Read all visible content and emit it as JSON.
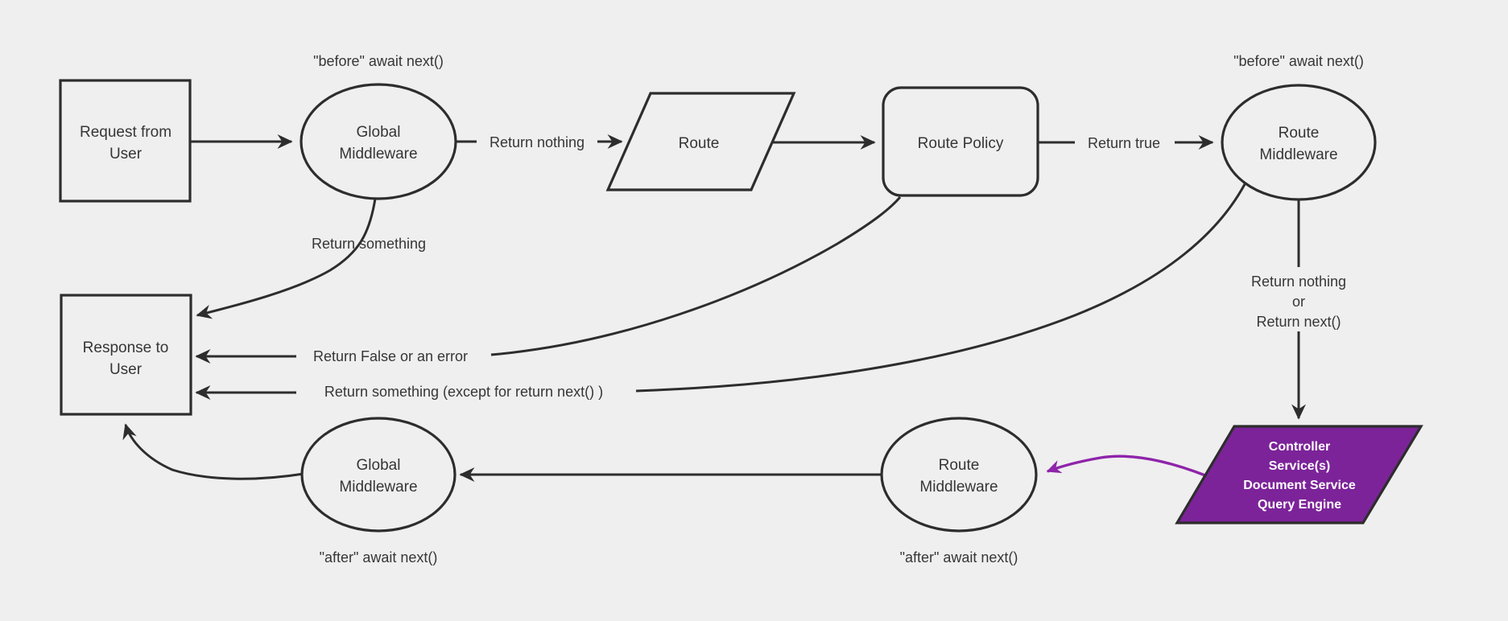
{
  "colors": {
    "background": "#efefef",
    "stroke": "#2d2d2d",
    "text": "#363636",
    "purple_fill": "#7c2399",
    "purple_stroke": "#8e24aa",
    "controller_text": "#ffffff"
  },
  "nodes": {
    "request_from_user": {
      "lines": [
        "Request from",
        "User"
      ]
    },
    "global_middleware_top": {
      "lines": [
        "Global",
        "Middleware"
      ]
    },
    "route": {
      "label": "Route"
    },
    "route_policy": {
      "label": "Route Policy"
    },
    "route_middleware_top": {
      "lines": [
        "Route",
        "Middleware"
      ]
    },
    "response_to_user": {
      "lines": [
        "Response to",
        "User"
      ]
    },
    "global_middleware_bottom": {
      "lines": [
        "Global",
        "Middleware"
      ]
    },
    "route_middleware_bottom": {
      "lines": [
        "Route",
        "Middleware"
      ]
    },
    "controller": {
      "lines": [
        "Controller",
        "Service(s)",
        "Document Service",
        "Query Engine"
      ]
    }
  },
  "edge_labels": {
    "before_await_next_global": "\"before\" await next()",
    "return_nothing": "Return nothing",
    "return_true": "Return true",
    "before_await_next_route": "\"before\" await next()",
    "return_something": "Return something",
    "return_false_or_error": "Return False or an error",
    "return_something_except": "Return something (except for return next() )",
    "return_nothing_or_next": {
      "lines": [
        "Return nothing",
        "or",
        "Return next()"
      ]
    },
    "after_await_next_global": "\"after\" await next()",
    "after_await_next_route": "\"after\" await next()"
  }
}
